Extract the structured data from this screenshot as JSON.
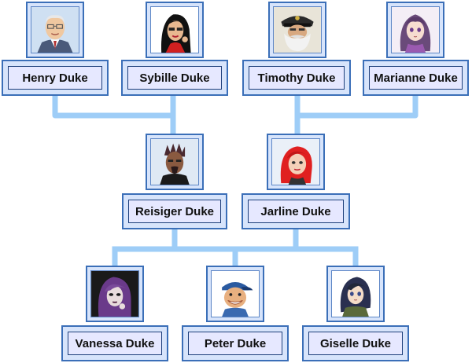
{
  "people": {
    "henry": {
      "name": "Henry Duke",
      "portrait": "elderly-man-glasses-portrait"
    },
    "sybille": {
      "name": "Sybille Duke",
      "portrait": "woman-black-hair-sunglasses-portrait"
    },
    "timothy": {
      "name": "Timothy Duke",
      "portrait": "old-captain-white-beard-portrait"
    },
    "marianne": {
      "name": "Marianne Duke",
      "portrait": "anime-girl-purple-hair-portrait"
    },
    "reisiger": {
      "name": "Reisiger Duke",
      "portrait": "man-spiky-hair-goatee-portrait"
    },
    "jarline": {
      "name": "Jarline Duke",
      "portrait": "woman-red-hair-portrait"
    },
    "vanessa": {
      "name": "Vanessa Duke",
      "portrait": "goth-girl-purple-hair-portrait"
    },
    "peter": {
      "name": "Peter Duke",
      "portrait": "cartoon-man-cap-portrait"
    },
    "giselle": {
      "name": "Giselle Duke",
      "portrait": "anime-girl-dark-hair-portrait"
    }
  },
  "colors": {
    "connector": "#9ecdf7",
    "frame_border": "#3b6fb8",
    "frame_fill": "#d7e4fb",
    "label_fill": "#e6e8ff"
  }
}
